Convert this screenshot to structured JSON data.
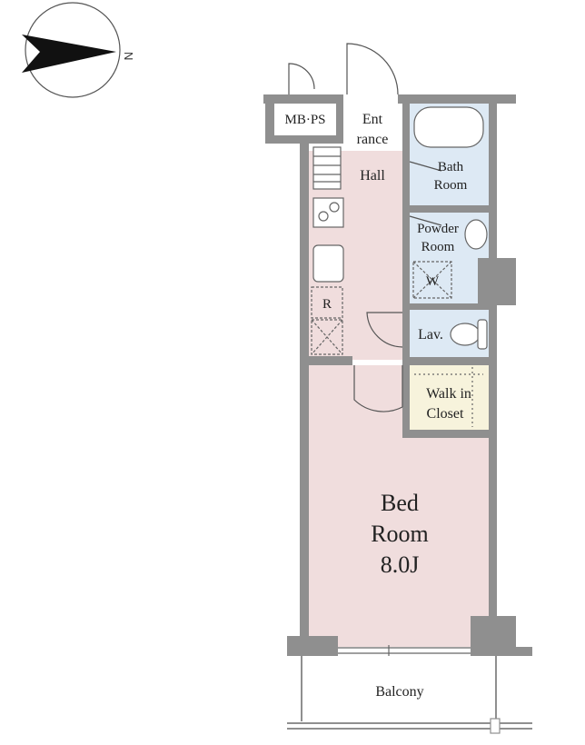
{
  "compass": {
    "north_label": "N",
    "icon": "north-arrow-icon"
  },
  "rooms": {
    "mb_ps": "MB·PS",
    "entrance_line1": "Ent",
    "entrance_line2": "rance",
    "hall": "Hall",
    "bath_line1": "Bath",
    "bath_line2": "Room",
    "powder_line1": "Powder",
    "powder_line2": "Room",
    "washer_mark": "W",
    "fridge_mark": "R",
    "lav": "Lav.",
    "walkin_line1": "Walk in",
    "walkin_line2": "Closet",
    "bed_line1": "Bed",
    "bed_line2": "Room",
    "bed_size": "8.0J",
    "balcony": "Balcony"
  },
  "colors": {
    "wall": "#8f8f8f",
    "living_floor": "#f0dddd",
    "wet_area": "#dde9f4",
    "closet": "#f7f3dc",
    "entrance_floor": "#ffffff"
  }
}
